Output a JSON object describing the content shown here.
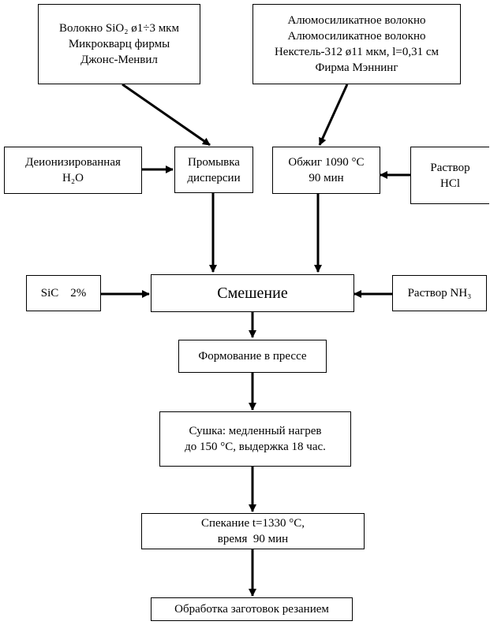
{
  "nodes": {
    "fiber_sio2": {
      "lines": [
        "Волокно SiO₂ ø1÷3 мкм",
        "Микрокварц фирмы",
        "Джонс-Менвил"
      ]
    },
    "fiber_alumo": {
      "lines": [
        "Алюмосиликатное волокно",
        "Алюмосиликатное волокно",
        "Некстель-312 ø11 мкм, l=0,31 см",
        "Фирма Мэннинг"
      ]
    },
    "deionized_water": {
      "lines": [
        "Деионизированная",
        "H₂O"
      ]
    },
    "rinse": {
      "lines": [
        "Промывка",
        "дисперсии"
      ]
    },
    "annealing": {
      "lines": [
        "Обжиг 1090 °С",
        "90 мин"
      ]
    },
    "hcl_solution": {
      "lines": [
        "Раствор",
        "HCl"
      ]
    },
    "sic": {
      "lines": [
        "SiC    2%"
      ]
    },
    "mixing": {
      "lines": [
        "Смешение"
      ]
    },
    "nh3_solution": {
      "lines": [
        "Раствор NH₃"
      ]
    },
    "press_forming": {
      "lines": [
        "Формование в прессе"
      ]
    },
    "drying": {
      "lines": [
        "Сушка: медленный нагрев",
        "до 150 °С, выдержка 18 час."
      ]
    },
    "sintering": {
      "lines": [
        "Спекание t=1330 °С,",
        "время  90 мин"
      ]
    },
    "machining": {
      "lines": [
        "Обработка заготовок резанием"
      ]
    }
  }
}
